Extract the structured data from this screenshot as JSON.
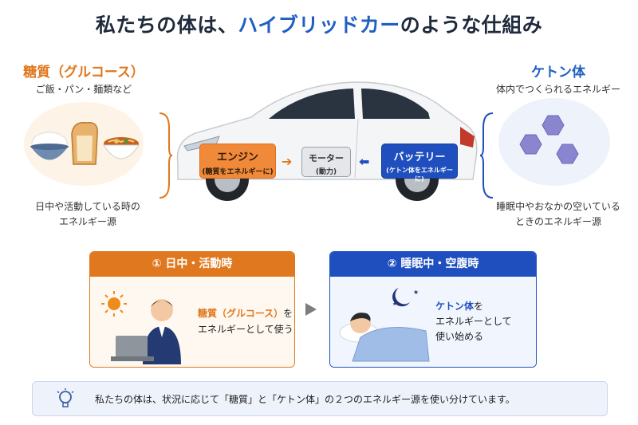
{
  "title": {
    "part1": "私たちの体は、",
    "highlight": "ハイブリッドカー",
    "part2": "のような仕組み"
  },
  "sugar": {
    "heading": "糖質（グルコース）",
    "subtitle": "ご飯・パン・麺類など",
    "caption_line1": "日中や活動している時の",
    "caption_line2": "エネルギー源"
  },
  "ketone": {
    "heading": "ケトン体",
    "subtitle": "体内でつくられるエネルギー",
    "caption_line1": "睡眠中やおなかの空いている",
    "caption_line2": "ときのエネルギー源"
  },
  "car": {
    "engine_label": "エンジン",
    "engine_sub": "(糖質をエネルギーに)",
    "motor_label": "モーター",
    "motor_sub": "(動力)",
    "battery_label": "バッテリー",
    "battery_sub": "(ケトン体をエネルギーに)"
  },
  "panels": {
    "day": {
      "heading": "① 日中・活動時",
      "text_accent": "糖質（グルコース）",
      "text_rest1": "を",
      "text_line2": "エネルギーとして使う"
    },
    "night": {
      "heading": "② 睡眠中・空腹時",
      "text_accent": "ケトン体",
      "text_rest1": "を",
      "text_line2": "エネルギーとして",
      "text_line3": "使い始める"
    }
  },
  "footer": {
    "text": "私たちの体は、状況に応じて「糖質」と「ケトン体」の２つのエネルギー源を使い分けています。"
  },
  "colors": {
    "accent_orange": "#e0781f",
    "accent_blue": "#1f4fbf",
    "title_dark": "#1f2a3d"
  },
  "icons": [
    "rice-bowl-icon",
    "bread-icon",
    "noodle-bowl-icon",
    "hexagon-icon",
    "sun-icon",
    "moon-icon",
    "lightbulb-icon"
  ]
}
